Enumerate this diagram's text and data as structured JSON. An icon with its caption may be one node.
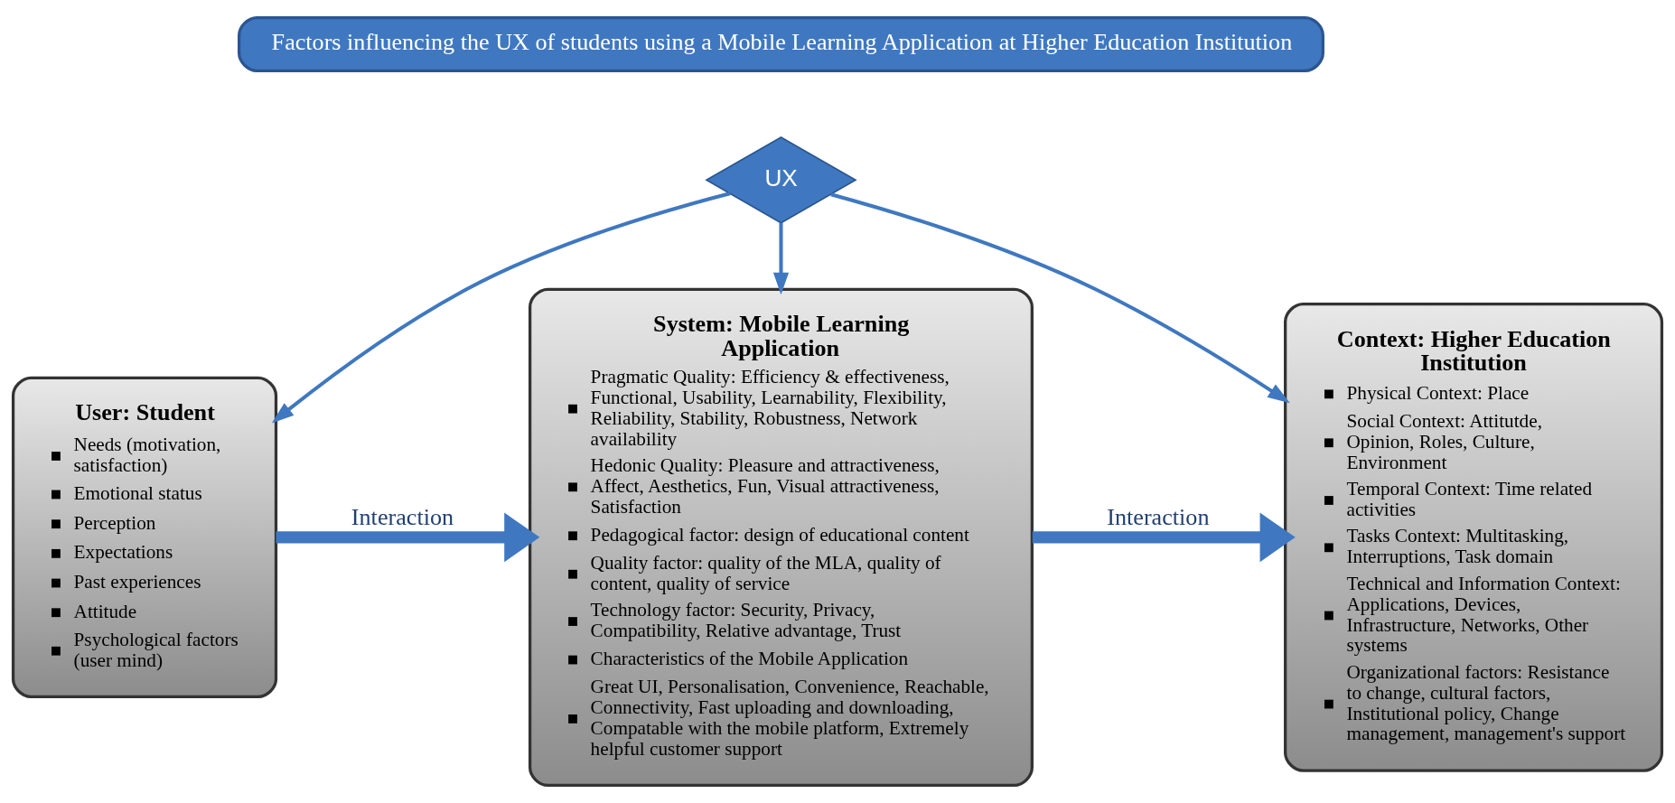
{
  "diagram": {
    "nodes": [
      {
        "text": [
          "Factors influencing the UX of students using a Mobile Learning Application at Higher Education Institution"
        ]
      },
      {
        "text": [
          "UX"
        ]
      },
      {
        "text": [
          "User: Student",
          "Needs (motivation, satisfaction)",
          "Emotional status",
          "Perception",
          "Expectations",
          "Past experiences",
          "Attitude",
          "Psychological factors (user mind)"
        ]
      },
      {
        "text": [
          "System: Mobile Learning Application",
          "Pragmatic Quality: Efficiency & effectiveness, Functional, Usability, Learnability, Flexibility, Reliability, Stability, Robustness, Network availability",
          "Hedonic Quality: Pleasure and attractiveness, Affect, Aesthetics, Fun, Visual attractiveness, Satisfaction",
          "Pedagogical factor: design of educational content",
          "Quality factor: quality of the MLA, quality of content, quality of service",
          "Technology factor: Security, Privacy, Compatibility, Relative advantage, Trust",
          "Characteristics of the Mobile Application",
          "Great UI, Personalisation, Convenience, Reachable, Connectivity, Fast uploading and downloading, Compatable with the mobile platform, Extremely helpful customer support"
        ]
      },
      {
        "text": [
          "Context: Higher Education Institution",
          "Physical Context: Place",
          "Social Context: Attitutde, Opinion, Roles, Culture, Environment",
          "Temporal Context: Time related activities",
          "Tasks Context: Multitasking, Interruptions, Task domain",
          "Technical and Information Context: Applications, Devices, Infrastructure, Networks, Other systems",
          "Organizational factors: Resistance to change, cultural factors, Institutional policy, Change management, management's support"
        ]
      }
    ],
    "edges": [
      {
        "from": 1,
        "to": 2,
        "arrow": "to"
      },
      {
        "from": 1,
        "to": 3,
        "arrow": "to"
      },
      {
        "from": 1,
        "to": 4,
        "arrow": "to"
      },
      {
        "from": 2,
        "to": 3,
        "arrow": "to",
        "label": "Interaction",
        "style": "thick"
      },
      {
        "from": 3,
        "to": 4,
        "arrow": "to",
        "label": "Interaction",
        "style": "thick"
      }
    ]
  }
}
